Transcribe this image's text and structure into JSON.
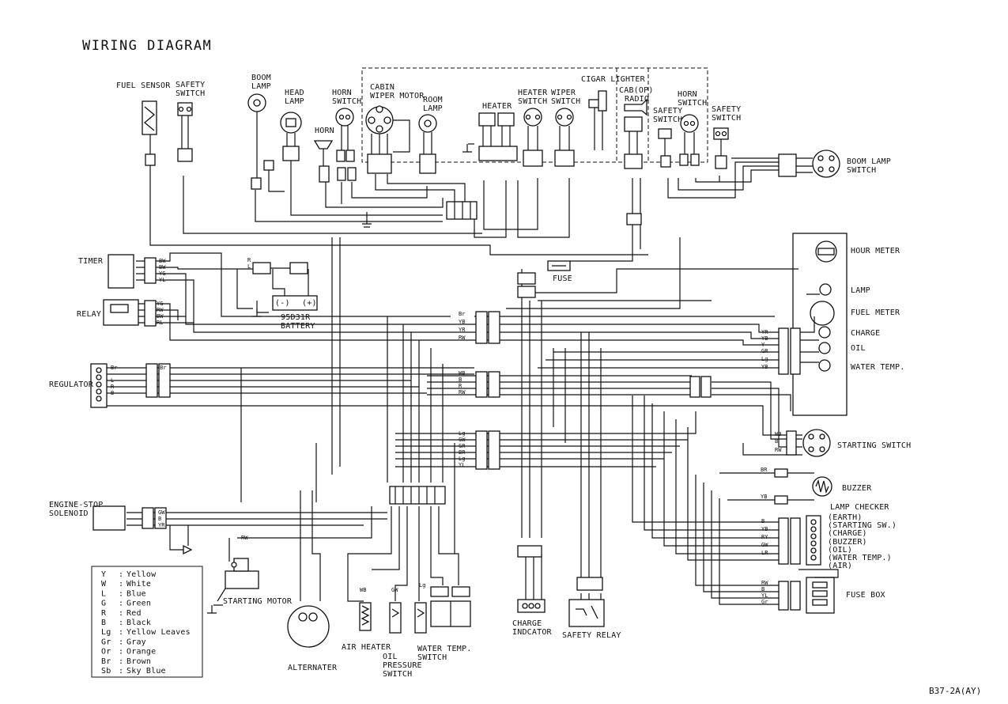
{
  "title": "WIRING DIAGRAM",
  "doc_code": "B37-2A(AY)",
  "groups": {
    "cigar_lighter": "CIGAR LIGHTER",
    "cab_op": "CAB(OP)"
  },
  "components": {
    "fuel_sensor": "FUEL SENSOR",
    "safety_switch_l": [
      "SAFETY",
      "SWITCH"
    ],
    "boom_lamp": [
      "BOOM",
      "LAMP"
    ],
    "head_lamp": [
      "HEAD",
      "LAMP"
    ],
    "horn_switch_l": [
      "HORN",
      "SWITCH"
    ],
    "horn": "HORN",
    "cabin_wiper": [
      "CABIN",
      "WIPER MOTOR"
    ],
    "room_lamp": [
      "ROOM",
      "LAMP"
    ],
    "heater": "HEATER",
    "heater_switch": [
      "HEATER",
      "SWITCH"
    ],
    "wiper_switch": [
      "WIPER",
      "SWITCH"
    ],
    "radio": "RADIO",
    "safety_switch_c": [
      "SAFETY",
      "SWITCH"
    ],
    "horn_switch_r": [
      "HORN",
      "SWITCH"
    ],
    "safety_switch_r": [
      "SAFETY",
      "SWITCH"
    ],
    "boom_lamp_switch": [
      "BOOM LAMP",
      "SWITCH"
    ],
    "timer": "TIMER",
    "relay": "RELAY",
    "battery": [
      "95D31R",
      "BATTERY"
    ],
    "fuse": "FUSE",
    "hour_meter": "HOUR METER",
    "lamp": "LAMP",
    "fuel_meter": "FUEL METER",
    "charge": "CHARGE",
    "oil": "OIL",
    "water_temp": "WATER TEMP.",
    "regulator": "REGULATOR",
    "starting_switch": "STARTING SWITCH",
    "buzzer": "BUZZER",
    "lamp_checker": "LAMP CHECKER",
    "lamp_checker_items": [
      "(EARTH)",
      "(STARTING SW.)",
      "(CHARGE)",
      "(BUZZER)",
      "(OIL)",
      "(WATER TEMP.)",
      "(AIR)"
    ],
    "engine_stop": [
      "ENGINE-STOP",
      "SOLENOID"
    ],
    "starting_motor": "STARTING MOTOR",
    "alternator": "ALTERNATER",
    "air_heater": "AIR HEATER",
    "oil_pressure": [
      "OIL",
      "PRESSURE",
      "SWITCH"
    ],
    "water_temp_switch": [
      "WATER TEMP.",
      "SWITCH"
    ],
    "charge_indicator": [
      "CHARGE",
      "INDCATOR"
    ],
    "safety_relay": "SAFETY RELAY",
    "fuse_box": "FUSE BOX"
  },
  "legend": [
    {
      "code": "Y",
      "color": "Yellow"
    },
    {
      "code": "W",
      "color": "White"
    },
    {
      "code": "L",
      "color": "Blue"
    },
    {
      "code": "G",
      "color": "Green"
    },
    {
      "code": "R",
      "color": "Red"
    },
    {
      "code": "B",
      "color": "Black"
    },
    {
      "code": "Lg",
      "color": "Yellow Leaves"
    },
    {
      "code": "Gr",
      "color": "Gray"
    },
    {
      "code": "Or",
      "color": "Orange"
    },
    {
      "code": "Br",
      "color": "Brown"
    },
    {
      "code": "Sb",
      "color": "Sky Blue"
    }
  ],
  "wire_codes": {
    "timer": [
      "BW",
      "BW",
      "YG",
      "YL"
    ],
    "relay": [
      "YG",
      "RW",
      "BW",
      "RL"
    ],
    "regulator": [
      "Br",
      "Br",
      "L",
      "R",
      "B"
    ],
    "center_top": [
      "Br",
      "YB",
      "YR",
      "RW"
    ],
    "center_mid": [
      "WB",
      "B",
      "R",
      "RW"
    ],
    "center_low": [
      "Lg",
      "GW",
      "GR",
      "BR",
      "Lg",
      "YL"
    ],
    "meter": [
      "YR",
      "YB",
      "Y",
      "GR",
      "Lg",
      "YB"
    ],
    "starting_switch": [
      "WB",
      "B",
      "RW"
    ],
    "lamp_checker": [
      "B",
      "YB",
      "RY",
      "GW",
      "LR"
    ],
    "fuse_box": [
      "RW",
      "B",
      "YL",
      "Gr"
    ],
    "engine_stop": [
      "GW",
      "B",
      "YR"
    ],
    "battery_top": [
      "R",
      "L"
    ],
    "misc": [
      "BR",
      "YB",
      "RW",
      "WB",
      "GW",
      "Lg"
    ]
  }
}
